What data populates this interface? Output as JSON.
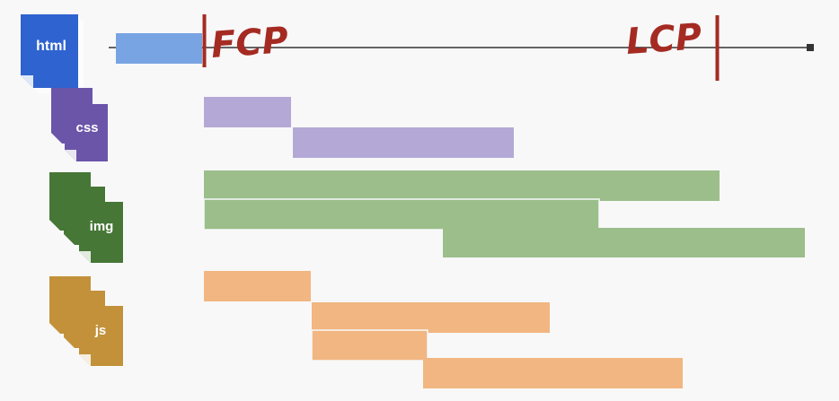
{
  "colors": {
    "background": "#f8f8f9",
    "html": "#2f63cf",
    "html_bar": "#79a4e3",
    "css": "#6b55a8",
    "css_bar": "#b4a9d6",
    "img": "#467736",
    "img_bar": "#9bbe8b",
    "js": "#c2913a",
    "js_bar": "#f1b681",
    "marker": "#a52b22",
    "timeline": "#333333"
  },
  "file_icons": {
    "html": {
      "label": "html",
      "icon": "html-document-icon"
    },
    "css": {
      "label": "css",
      "icon": "css-document-stack-icon"
    },
    "img": {
      "label": "img",
      "icon": "image-document-stack-icon"
    },
    "js": {
      "label": "js",
      "icon": "js-document-stack-icon"
    }
  },
  "markers": [
    {
      "key": "fcp",
      "label": "FCP"
    },
    {
      "key": "lcp",
      "label": "LCP"
    }
  ],
  "resource_bars": [
    {
      "group": "html",
      "index": 1
    },
    {
      "group": "css",
      "index": 1
    },
    {
      "group": "css",
      "index": 2
    },
    {
      "group": "img",
      "index": 1
    },
    {
      "group": "img",
      "index": 2
    },
    {
      "group": "img",
      "index": 3
    },
    {
      "group": "js",
      "index": 1
    },
    {
      "group": "js",
      "index": 2
    },
    {
      "group": "js",
      "index": 3
    },
    {
      "group": "js",
      "index": 4
    }
  ]
}
